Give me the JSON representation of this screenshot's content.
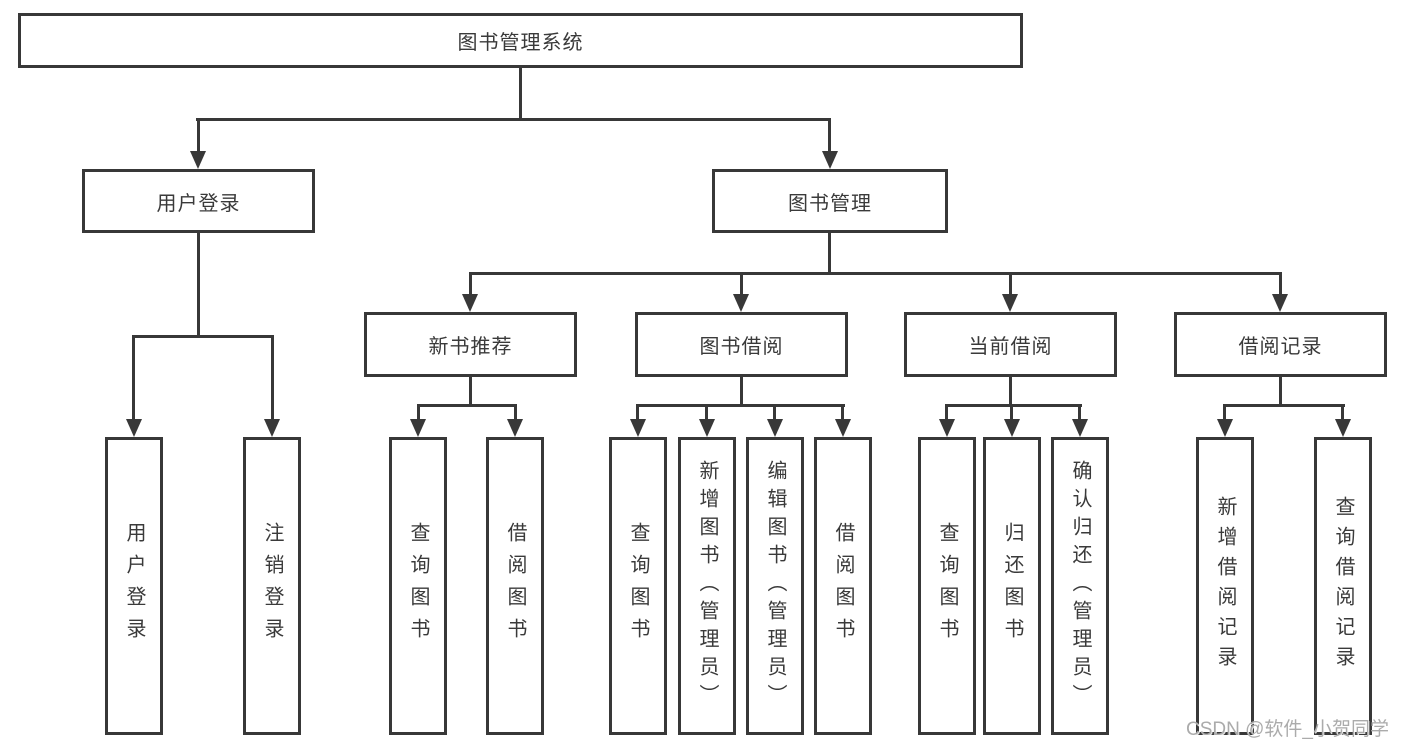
{
  "diagram": {
    "root": {
      "label": "图书管理系统"
    },
    "level1": [
      {
        "label": "用户登录"
      },
      {
        "label": "图书管理"
      }
    ],
    "level2": [
      {
        "label": "新书推荐"
      },
      {
        "label": "图书借阅"
      },
      {
        "label": "当前借阅"
      },
      {
        "label": "借阅记录"
      }
    ],
    "leaves": [
      {
        "label": "用户登录"
      },
      {
        "label": "注销登录"
      },
      {
        "label": "查询图书"
      },
      {
        "label": "借阅图书"
      },
      {
        "label": "查询图书"
      },
      {
        "label": "新增图书（管理员）"
      },
      {
        "label": "编辑图书（管理员）"
      },
      {
        "label": "借阅图书"
      },
      {
        "label": "查询图书"
      },
      {
        "label": "归还图书"
      },
      {
        "label": "确认归还（管理员）"
      },
      {
        "label": "新增借阅记录"
      },
      {
        "label": "查询借阅记录"
      }
    ]
  },
  "watermark": {
    "text": "CSDN @软件_小贺同学"
  },
  "colors": {
    "line": "#383838",
    "text": "#3a3a3a",
    "watermark": "#ababab",
    "background": "#ffffff"
  }
}
